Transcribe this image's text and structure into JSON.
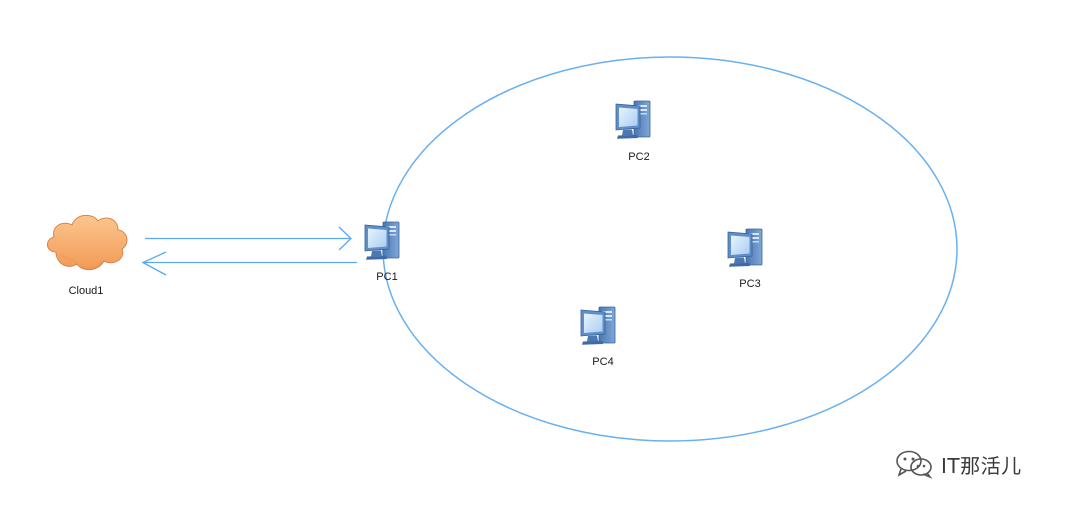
{
  "diagram": {
    "nodes": [
      {
        "id": "cloud1",
        "type": "cloud",
        "label": "Cloud1"
      },
      {
        "id": "pc1",
        "type": "pc",
        "label": "PC1"
      },
      {
        "id": "pc2",
        "type": "pc",
        "label": "PC2"
      },
      {
        "id": "pc3",
        "type": "pc",
        "label": "PC3"
      },
      {
        "id": "pc4",
        "type": "pc",
        "label": "PC4"
      }
    ],
    "edges": [
      {
        "from": "cloud1",
        "to": "pc1",
        "style": "arrow"
      },
      {
        "from": "pc1",
        "to": "cloud1",
        "style": "arrow"
      }
    ],
    "group": {
      "shape": "ellipse",
      "members": [
        "pc1",
        "pc2",
        "pc3",
        "pc4"
      ]
    },
    "colors": {
      "link": "#5aa8f0",
      "ellipse": "#6ab0ee",
      "cloud_fill": "#f8b070",
      "cloud_stroke": "#d9844a",
      "pc_body": "#5f8fc9"
    }
  },
  "watermark": {
    "icon": "wechat-icon",
    "text": "IT那活儿"
  }
}
